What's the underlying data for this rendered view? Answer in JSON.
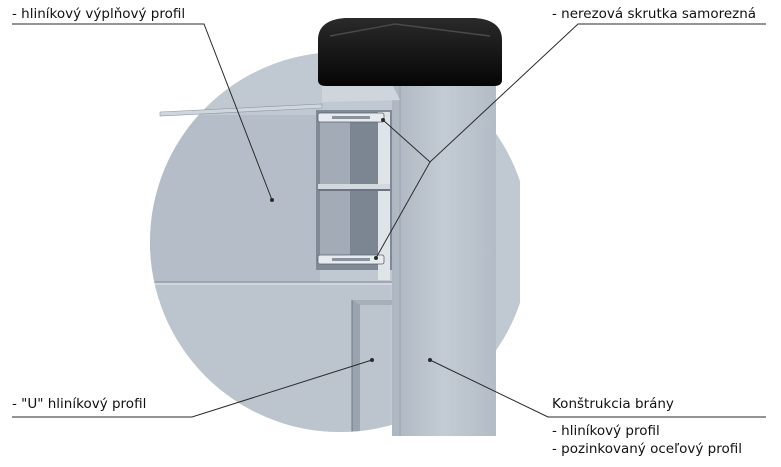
{
  "labels": {
    "infill_profile": "- hliníkový výplňový profil",
    "screw": "- nerezová skrutka samorezná",
    "u_profile": "- \"U\" hliníkový profil",
    "gate_structure_title": "Konštrukcia brány",
    "gate_structure_item1": "- hliníkový profil",
    "gate_structure_item2": "- pozinkovaný oceľový profil"
  },
  "colors": {
    "panel": "#b9c2cc",
    "post": "#bcc4cd",
    "cap": "#0d0d0d",
    "leader": "#2a2a2a"
  }
}
